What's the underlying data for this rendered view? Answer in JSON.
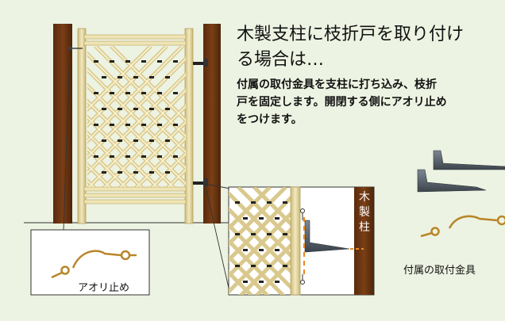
{
  "heading": {
    "line1": "木製支柱に枝折戸を取り付け",
    "line2": "る場合は…"
  },
  "description": {
    "line1": "付属の取付金具を支柱に打ち込み、枝折",
    "line2": "戸を固定します。開閉する側にアオリ止め",
    "line3": "をつけます。"
  },
  "labels": {
    "aori_stop": "アオリ止め",
    "fittings": "付属の取付金具",
    "wood_post": [
      "木",
      "製",
      "柱"
    ]
  },
  "colors": {
    "background": "#edf3e2",
    "wood_post": "#6b3410",
    "bamboo": "#e7d9a0",
    "accent_dash": "#e9891f"
  },
  "icons": {
    "gate": "lattice-gate-illustration",
    "hinge": "l-bracket-icon",
    "hook": "hook-and-eye-icon"
  }
}
